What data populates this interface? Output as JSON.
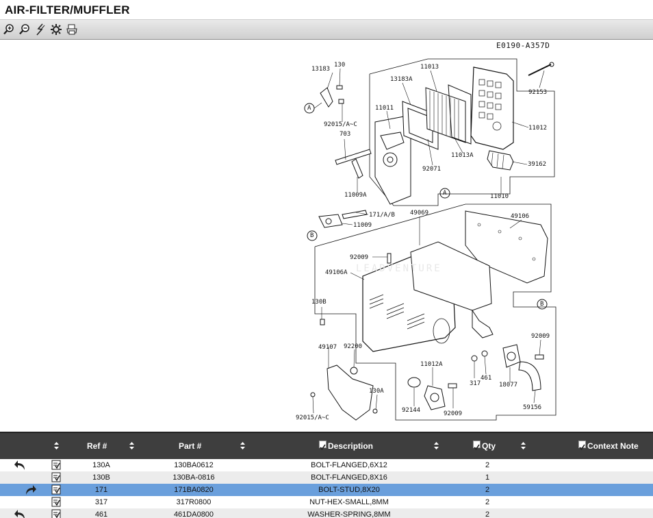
{
  "window": {
    "title": "AIR-FILTER/MUFFLER"
  },
  "toolbar": {
    "buttons": [
      {
        "icon": "zoom-in-icon"
      },
      {
        "icon": "zoom-out-icon"
      },
      {
        "icon": "lightning-icon"
      },
      {
        "icon": "gear-icon"
      },
      {
        "icon": "printer-icon"
      }
    ]
  },
  "diagram": {
    "code": "E0190-A357D",
    "labels": [
      "13183",
      "130",
      "92015/A~C",
      "703",
      "11009A",
      "13183A",
      "11013",
      "11011",
      "92071",
      "11013A",
      "11012",
      "92153",
      "39162",
      "11010",
      "171/A/B",
      "11009",
      "49069",
      "49106",
      "92009",
      "49106A",
      "130B",
      "49107",
      "92200",
      "92015/A~C",
      "130A",
      "11012A",
      "92144",
      "92009",
      "317",
      "461",
      "18077",
      "92009",
      "59156",
      "A",
      "A",
      "B",
      "B"
    ]
  },
  "grid": {
    "columns": {
      "ref": "Ref #",
      "part": "Part #",
      "description": "Description",
      "qty": "Qty",
      "context": "Context Note"
    },
    "rows": [
      {
        "ref": "130A",
        "part": "130BA0612",
        "description": "BOLT-FLANGED,6X12",
        "qty": "2",
        "action": "undo-arrow-icon"
      },
      {
        "ref": "130B",
        "part": "130BA-0816",
        "description": "BOLT-FLANGED,8X16",
        "qty": "1",
        "action": ""
      },
      {
        "ref": "171",
        "part": "171BA0820",
        "description": "BOLT-STUD,8X20",
        "qty": "2",
        "action": "redo-arrow-icon"
      },
      {
        "ref": "317",
        "part": "317R0800",
        "description": "NUT-HEX-SMALL,8MM",
        "qty": "2",
        "action": ""
      },
      {
        "ref": "461",
        "part": "461DA0800",
        "description": "WASHER-SPRING,8MM",
        "qty": "2",
        "action": "undo-arrow-icon"
      }
    ]
  },
  "colors": {
    "selected_row": "#6a9fdc",
    "header_bg": "#3e3e3e",
    "alt_row": "#ececec"
  }
}
